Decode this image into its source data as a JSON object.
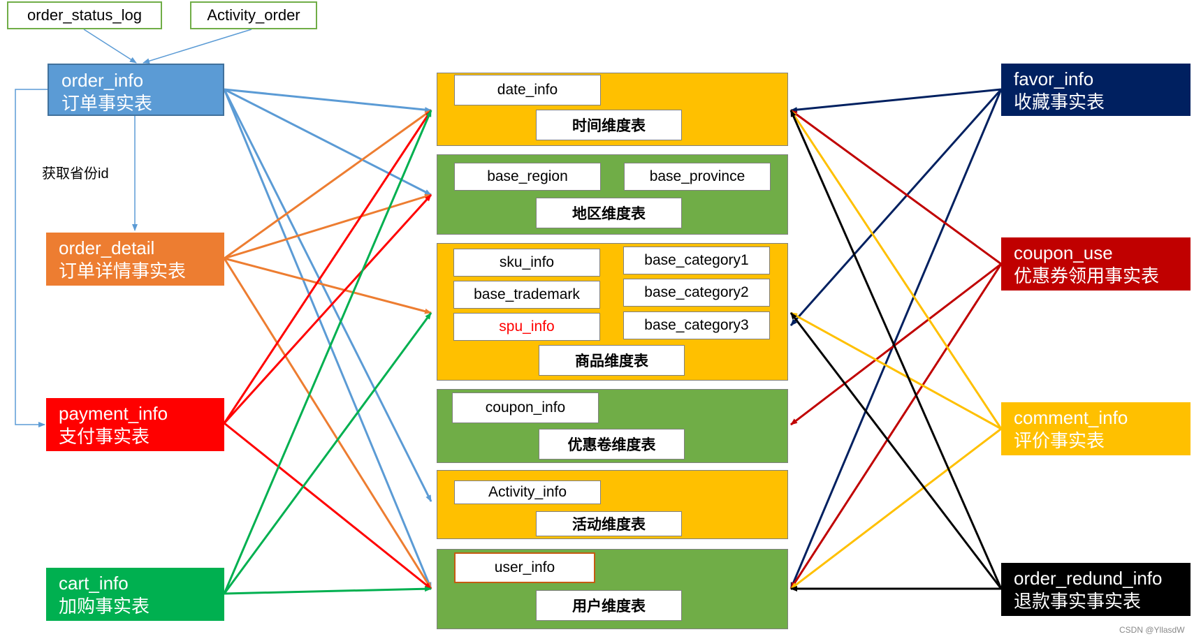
{
  "sources": {
    "order_status_log": "order_status_log",
    "activity_order": "Activity_order"
  },
  "facts": {
    "order_info": {
      "name": "order_info",
      "cn": "订单事实表",
      "color": "#5b9bd5"
    },
    "order_detail": {
      "name": "order_detail",
      "cn": "订单详情事实表",
      "color": "#ed7d31"
    },
    "payment_info": {
      "name": "payment_info",
      "cn": "支付事实表",
      "color": "#ff0000"
    },
    "cart_info": {
      "name": "cart_info",
      "cn": "加购事实表",
      "color": "#00b050"
    },
    "favor_info": {
      "name": "favor_info",
      "cn": "收藏事实表",
      "color": "#002060"
    },
    "coupon_use": {
      "name": "coupon_use",
      "cn": "优惠券领用事实表",
      "color": "#c00000"
    },
    "comment_info": {
      "name": "comment_info",
      "cn": "评价事实表",
      "color": "#ffc000"
    },
    "order_refund": {
      "name": "order_redund_info",
      "cn": "退款事实事实表",
      "color": "#000000"
    }
  },
  "annotation": "获取省份id",
  "dimensions": {
    "time": {
      "title": "时间维度表",
      "tables": [
        "date_info"
      ]
    },
    "region": {
      "title": "地区维度表",
      "tables": [
        "base_region",
        "base_province"
      ]
    },
    "product": {
      "title": "商品维度表",
      "tables": [
        "sku_info",
        "base_category1",
        "base_trademark",
        "base_category2",
        "spu_info",
        "base_category3"
      ]
    },
    "coupon": {
      "title": "优惠卷维度表",
      "tables": [
        "coupon_info"
      ]
    },
    "activity": {
      "title": "活动维度表",
      "tables": [
        "Activity_info"
      ]
    },
    "user": {
      "title": "用户维度表",
      "tables": [
        "user_info"
      ]
    }
  },
  "colors": {
    "dim_yellow": "#ffc000",
    "dim_green": "#70ad47",
    "highlight_text": "#ff0000",
    "user_info_border": "#c55a11"
  },
  "watermark": "CSDN @YllasdW"
}
